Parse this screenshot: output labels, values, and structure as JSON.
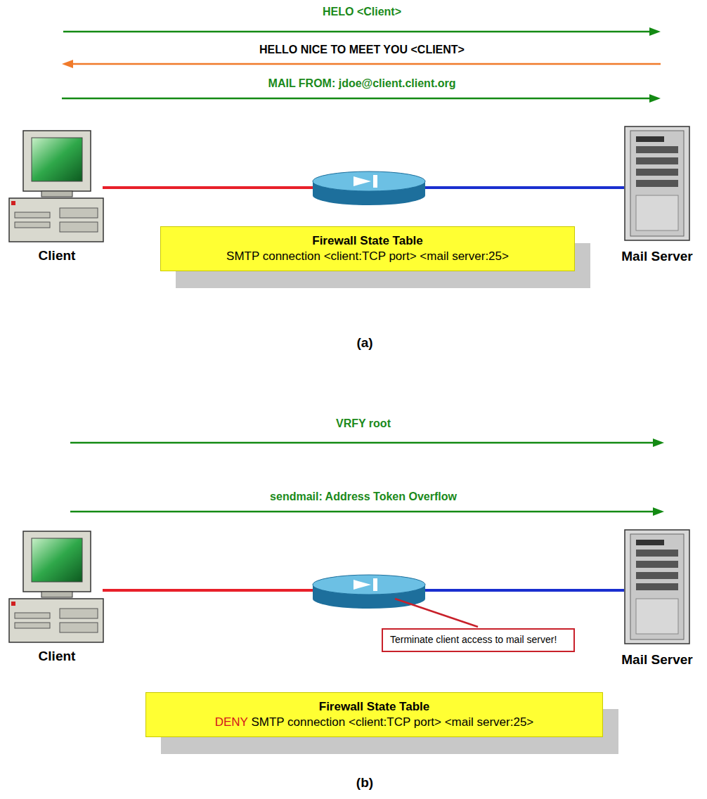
{
  "diagram": {
    "nodes": [
      {
        "text": [
          "Client"
        ]
      },
      {
        "text": [
          "Mail Server"
        ]
      },
      {
        "text": [
          "Firewall State Table",
          "SMTP connection <client:TCP port> <mail server:25>"
        ]
      },
      {
        "text": [
          "Client"
        ]
      },
      {
        "text": [
          "Mail Server"
        ]
      },
      {
        "text": [
          "Terminate client access to mail server!"
        ]
      },
      {
        "text": [
          "Firewall State Table",
          "DENY",
          "SMTP connection <client:TCP port> <mail server:25>"
        ]
      }
    ],
    "edges": [
      {
        "from": 0,
        "to": 1,
        "arrow": "none"
      },
      {
        "from": 3,
        "to": 4,
        "arrow": "none"
      }
    ],
    "labels": [
      "HELO <Client>",
      "HELLO NICE TO MEET YOU <CLIENT>",
      "MAIL FROM: jdoe@client.client.org",
      "(a)",
      "VRFY root",
      "sendmail: Address Token Overflow",
      "(b)"
    ]
  }
}
